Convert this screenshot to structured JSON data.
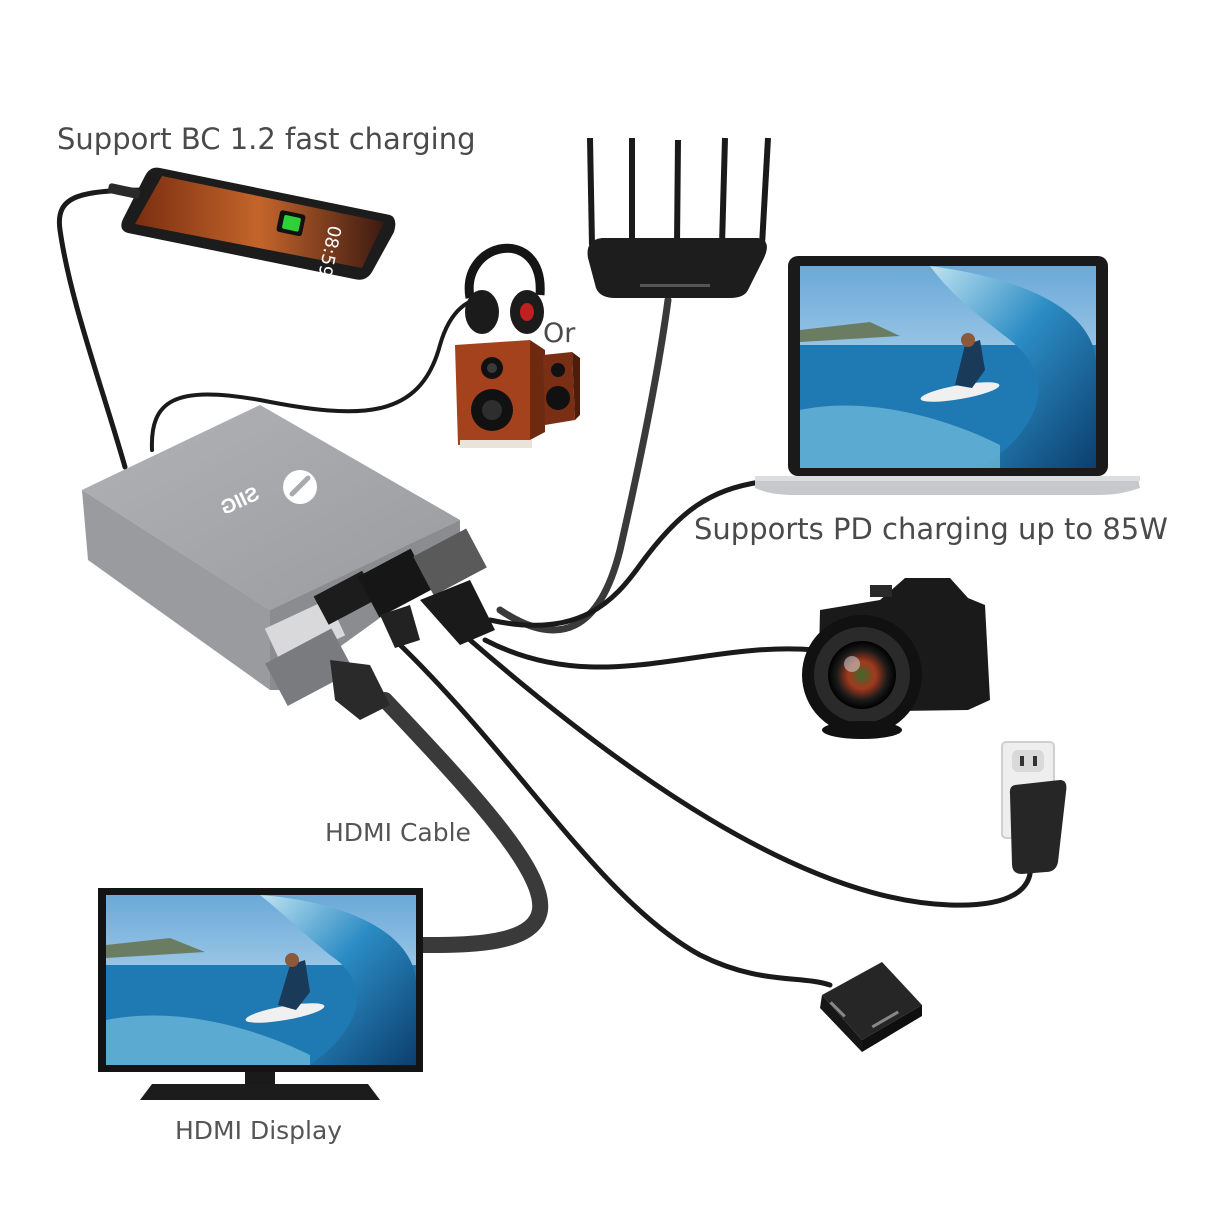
{
  "labels": {
    "bc_charging": "Support BC 1.2 fast charging",
    "or": "Or",
    "pd_charging": "Supports PD charging up to 85W",
    "hdmi_cable": "HDMI Cable",
    "hdmi_display": "HDMI Display"
  },
  "phone": {
    "time": "08:59"
  },
  "hub": {
    "logo": "SIIG"
  },
  "colors": {
    "hub_body": "#a9aaad",
    "hub_top": "#9c9da0",
    "cable": "#1a1a1a",
    "hdmi_cable": "#3a3a3a",
    "battery_green": "#2fd13a",
    "speaker_wood": "#a4421d",
    "label_text": "#4a4a4a"
  }
}
